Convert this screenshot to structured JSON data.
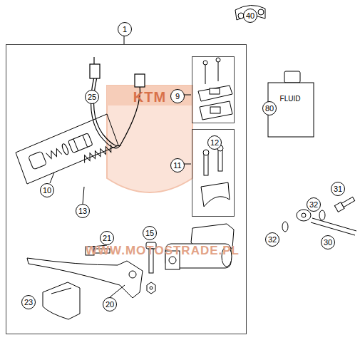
{
  "diagram": {
    "nodes": [
      {
        "text": [
          "1"
        ]
      },
      {
        "text": [
          "9"
        ],
        "in": 0
      },
      {
        "text": [
          "11",
          "12"
        ],
        "in": 0
      }
    ],
    "labels": [
      "KTM",
      "WWW.MOTOSTRADE.PL",
      "FLUID",
      "40",
      "25",
      "80",
      "31",
      "32",
      "10",
      "13",
      "15",
      "21",
      "32",
      "30",
      "20",
      "23"
    ]
  }
}
